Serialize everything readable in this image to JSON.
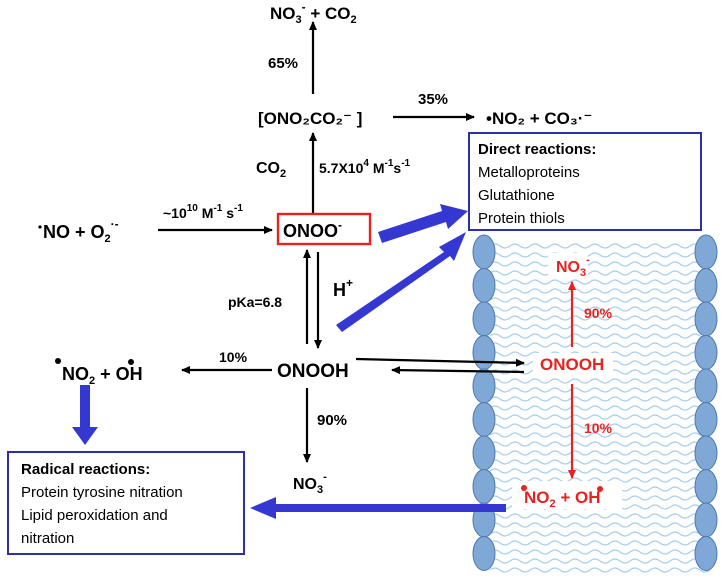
{
  "colors": {
    "arrow_blue": "#3438d0",
    "red": "#e8231f",
    "box_border": "#2b2fa8",
    "membrane_fill": "#7fa8d6",
    "wave": "#a9d0ee"
  },
  "products_top": {
    "main": "NO",
    "sub": "3",
    "sup": "-",
    "rest": " + CO",
    "co2_sub": "2"
  },
  "pct_65": "65%",
  "pct_35": "35%",
  "adduct": "[ONO₂CO₂⁻ ]",
  "right_products": "•NO₂ + CO₃·⁻",
  "co2": "CO",
  "co2_sub": "2",
  "rate_co2": {
    "base": "5.7X10",
    "exp": "4",
    "unit1": " M",
    "e1": "-1",
    "unit2": "s",
    "e2": "-1"
  },
  "rate_formation": {
    "pre": "~10",
    "exp": "10",
    "unit1": " M",
    "e1": "-1",
    "unit2": " s",
    "e2": "-1"
  },
  "reactants": {
    "no": "NO + O",
    "o2_sub": "2",
    "o2_sup": "·-"
  },
  "peroxynitrite": "ONOO",
  "peroxynitrite_sup": "-",
  "proton": "H",
  "proton_sup": "+",
  "pka": "pKa=6.8",
  "onooh": "ONOOH",
  "pct_10_left": "10%",
  "radicals_left": {
    "no2": "NO",
    "no2_sub": "2",
    "plus": " + ",
    "oh": "OH"
  },
  "pct_90_down": "90%",
  "nitrate_bottom": {
    "base": "NO",
    "sub": "3",
    "sup": "-"
  },
  "membrane": {
    "nitrate": {
      "base": "NO",
      "sub": "3",
      "sup": "-"
    },
    "pct_90": "90%",
    "onooh": "ONOOH",
    "pct_10": "10%",
    "radicals": {
      "no2": " NO",
      "no2_sub": "2",
      "plus": " + ",
      "oh": "OH"
    }
  },
  "direct_box": {
    "title": "Direct reactions:",
    "items": [
      "Metalloproteins",
      "Glutathione",
      "Protein thiols"
    ]
  },
  "radical_box": {
    "title": "Radical reactions:",
    "items": [
      "Protein tyrosine nitration",
      "Lipid peroxidation and",
      "nitration"
    ]
  }
}
